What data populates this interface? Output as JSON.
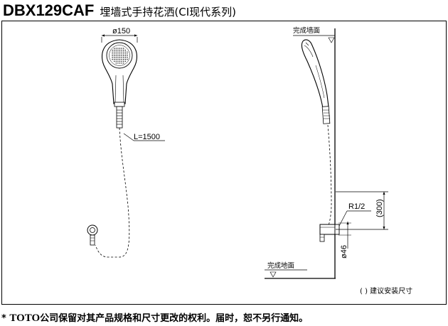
{
  "header": {
    "model": "DBX129CAF",
    "product_name": "埋墙式手持花洒(CI现代系列)"
  },
  "drawing": {
    "dim_diameter_head": "ø150",
    "hose_length": "L=1500",
    "finished_wall": "完成墙面",
    "finished_floor": "完成地面",
    "thread_size": "R1/2",
    "outlet_height": "(300)",
    "outlet_diameter": "ø46",
    "install_note": "( ) 建议安装尺寸"
  },
  "footer": {
    "asterisk": "*",
    "brand": "TOTO",
    "disclaimer": "公司保留对其产品规格和尺寸更改的权利。届时，恕不另行通知。"
  }
}
